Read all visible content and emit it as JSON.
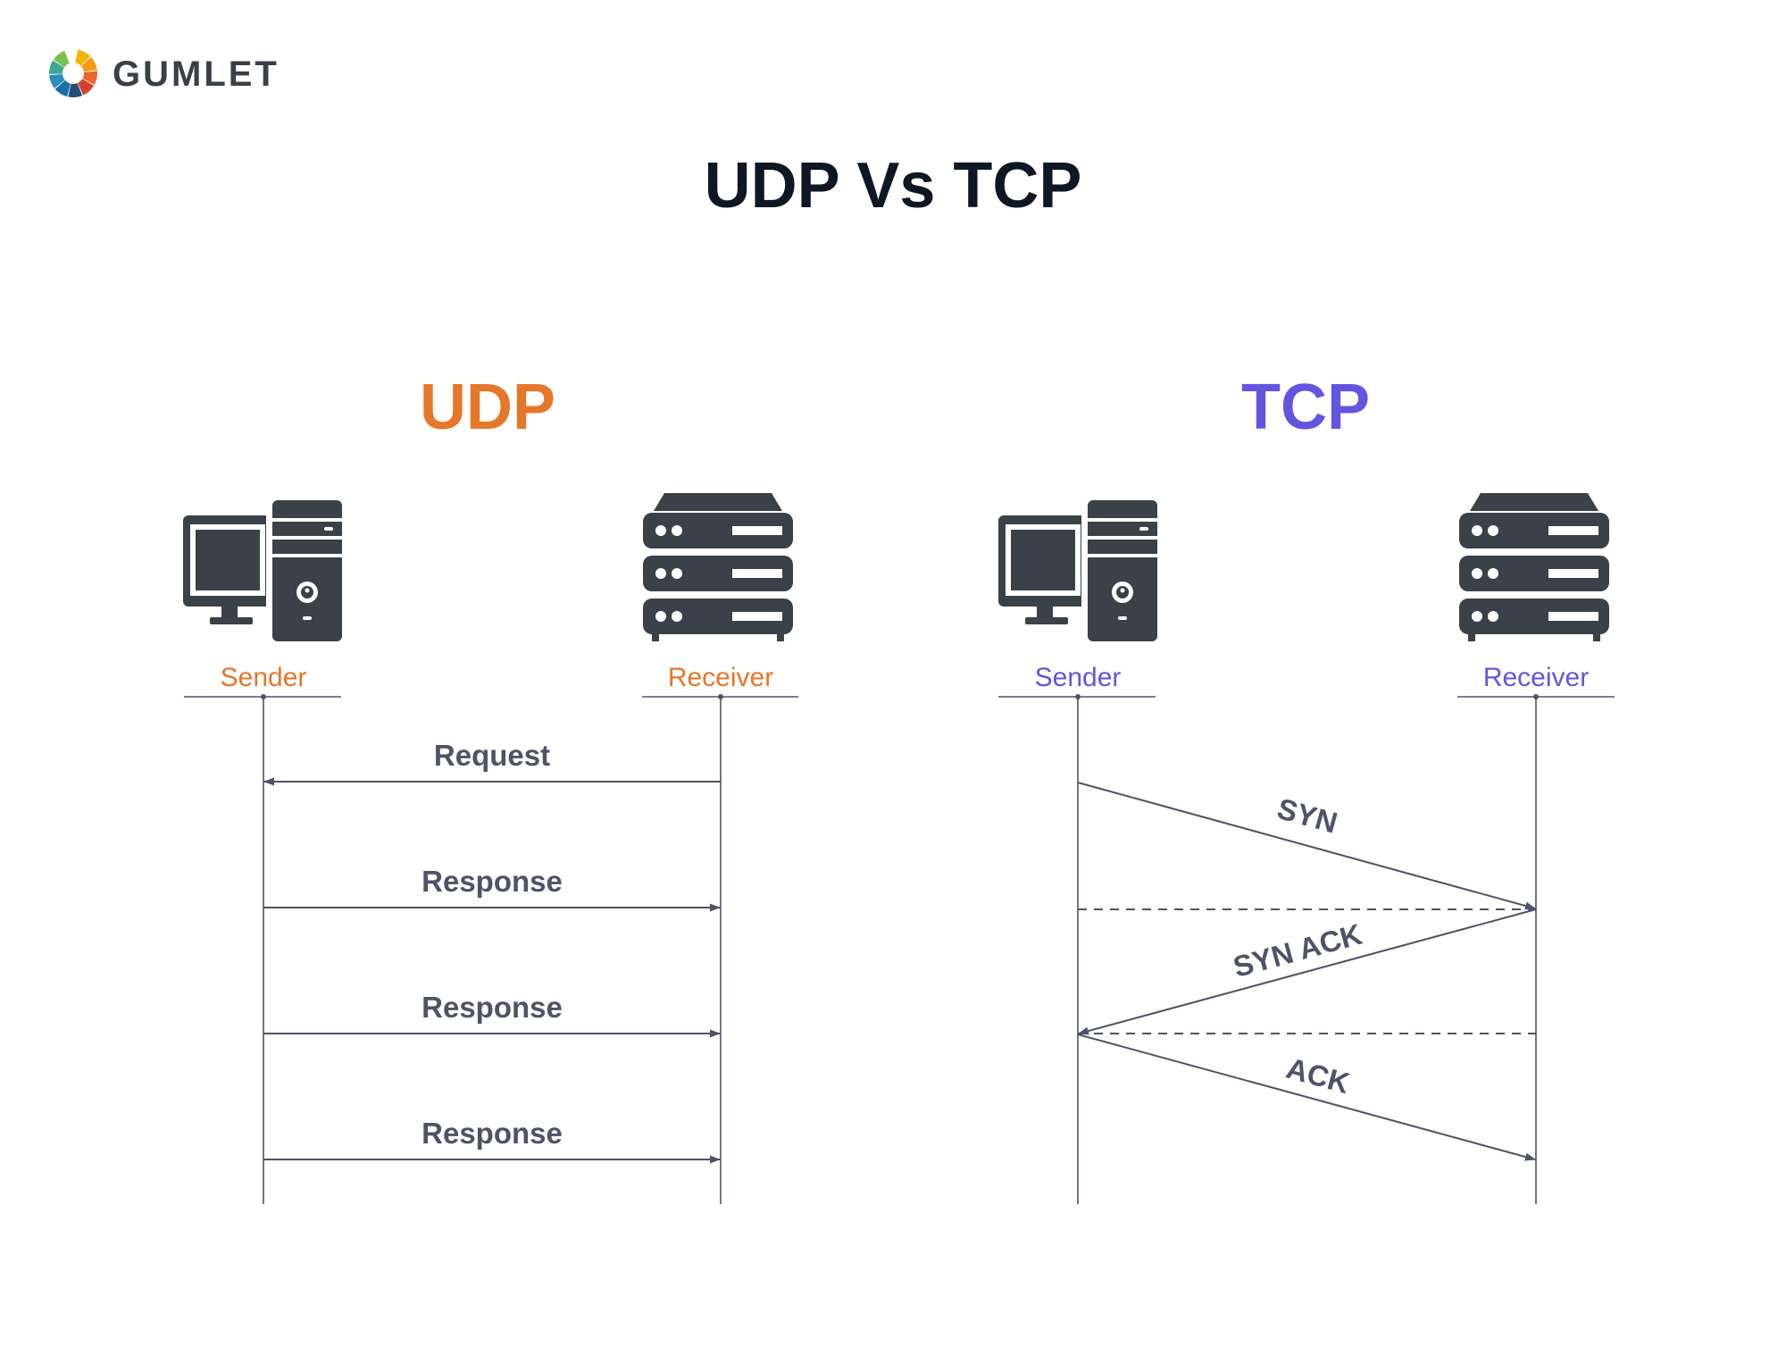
{
  "brand": {
    "name": "GUMLET",
    "logo_icon": "gumlet-pinwheel-logo"
  },
  "title": "UDP Vs TCP",
  "colors": {
    "udp": "#e5772a",
    "tcp": "#6355e0",
    "line": "#4f5269",
    "icon": "#3b4148",
    "title": "#0f1726",
    "logo_segments": [
      "#f4b400",
      "#f39c12",
      "#e8662b",
      "#d63f2c",
      "#1f4e79",
      "#1b6fa8",
      "#2a8fb9",
      "#3fa796",
      "#7ac04f"
    ]
  },
  "udp": {
    "heading": "UDP",
    "sender": {
      "label": "Sender",
      "icon": "desktop-computer-icon"
    },
    "receiver": {
      "label": "Receiver",
      "icon": "server-rack-icon"
    },
    "messages": [
      {
        "label": "Request",
        "direction": "to-sender"
      },
      {
        "label": "Response",
        "direction": "to-receiver"
      },
      {
        "label": "Response",
        "direction": "to-receiver"
      },
      {
        "label": "Response",
        "direction": "to-receiver"
      }
    ]
  },
  "tcp": {
    "heading": "TCP",
    "sender": {
      "label": "Sender",
      "icon": "desktop-computer-icon"
    },
    "receiver": {
      "label": "Receiver",
      "icon": "server-rack-icon"
    },
    "messages": [
      {
        "label": "SYN",
        "direction": "to-receiver"
      },
      {
        "label": "SYN ACK",
        "direction": "to-sender"
      },
      {
        "label": "ACK",
        "direction": "to-receiver"
      }
    ]
  }
}
